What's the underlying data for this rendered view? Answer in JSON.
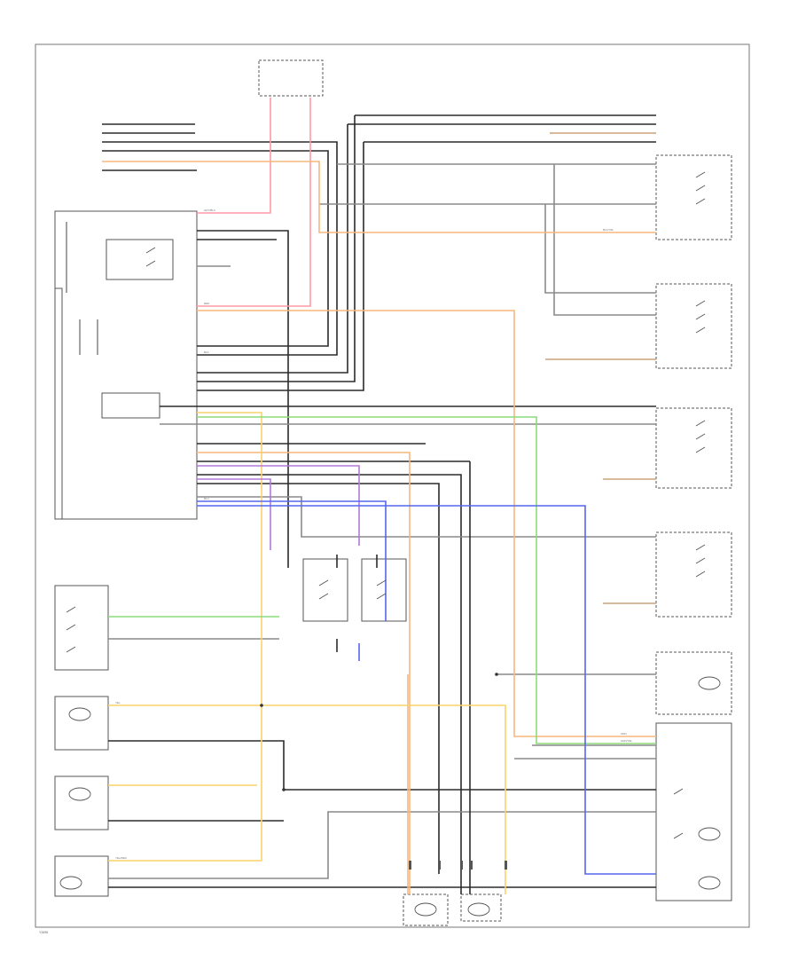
{
  "diagram": {
    "footer_code": "Y2698",
    "colors": {
      "black": "#2b2b2b",
      "gray": "#8a8a8a",
      "pink": "#ff9aa6",
      "orange": "#f7b77e",
      "yellow": "#f9d36b",
      "green": "#8bdc7a",
      "violet": "#b07ad8",
      "blue": "#5566ee",
      "tan": "#caa37a"
    },
    "wire_tags": [
      "GRY/BLK",
      "BLK",
      "BLU",
      "BLK/YEL",
      "YEL",
      "YEL/RED",
      "GRN/YEL",
      "ORN",
      "RED"
    ]
  }
}
